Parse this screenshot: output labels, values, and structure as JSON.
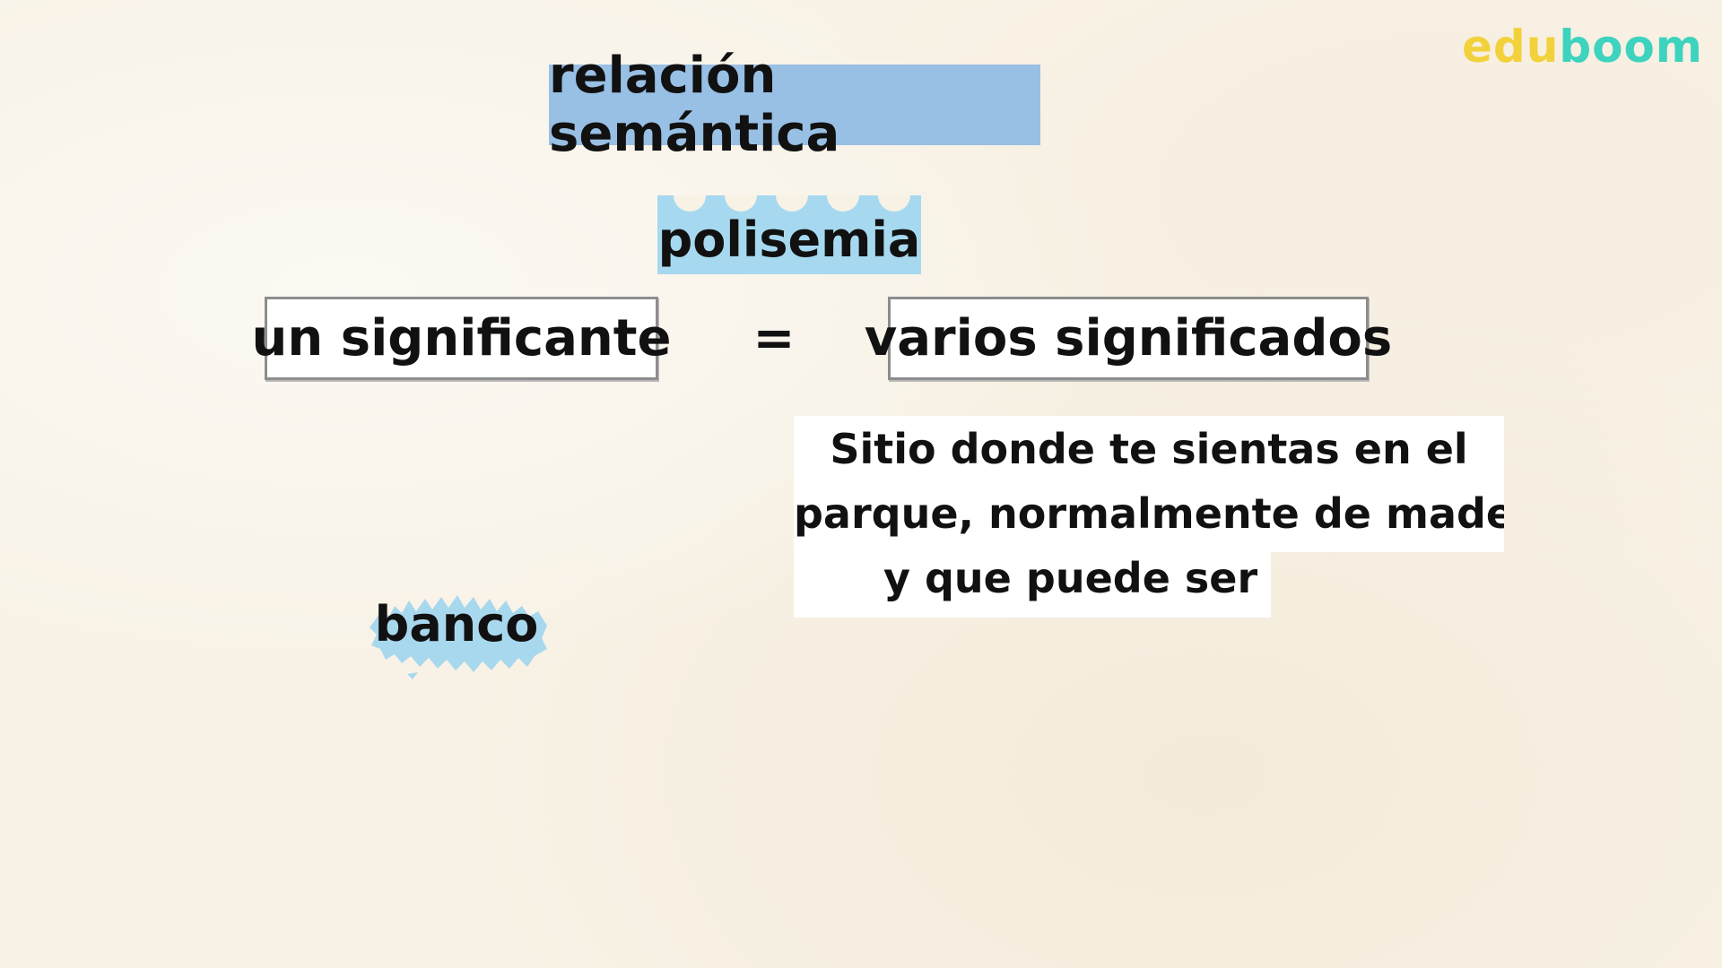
{
  "logo": {
    "part1": "edu",
    "part2": "boom"
  },
  "title": "relación semántica",
  "concept": "polisemia",
  "equation": {
    "left": "un significante",
    "operator": "=",
    "right": "varios significados"
  },
  "word": "banco",
  "definition": {
    "line1": "Sitio donde te sientas en el",
    "line2": "parque, normalmente de madera",
    "line3": "y que puede ser usa"
  },
  "colors": {
    "title_bg": "#98bfe4",
    "concept_bg": "#a6d9ef",
    "logo_edu": "#f3d13b",
    "logo_boom": "#3ed3be",
    "background": "#f8f2e6"
  }
}
